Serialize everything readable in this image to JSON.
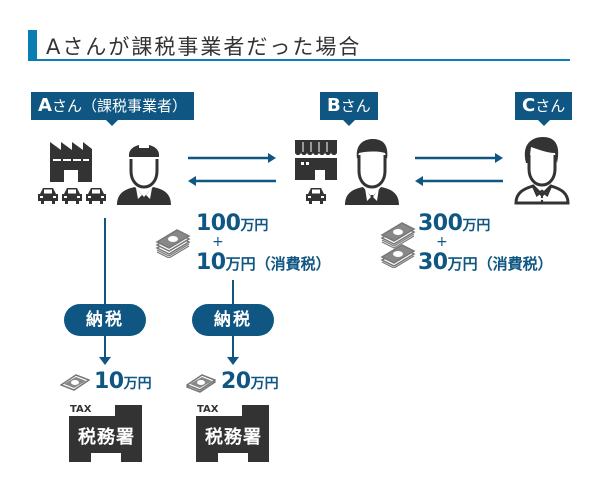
{
  "title": "Aさんが課税事業者だった場合",
  "colors": {
    "accent": "#0a7db3",
    "navy": "#0f5683",
    "icon": "#333333"
  },
  "parties": {
    "a": {
      "label_letter": "A",
      "label_rest": "さん（課税事業者）",
      "icons": [
        "factory-icon",
        "car-icon",
        "worker-icon"
      ]
    },
    "b": {
      "label_letter": "B",
      "label_rest": "さん",
      "icons": [
        "shop-icon",
        "car-icon",
        "businessman-icon"
      ]
    },
    "c": {
      "label_letter": "C",
      "label_rest": "さん",
      "icons": [
        "customer-icon"
      ]
    }
  },
  "payments": {
    "b_to_a": {
      "price_num": "100",
      "price_unit": "万円",
      "plus": "+",
      "tax_num": "10",
      "tax_unit": "万円（消費税）"
    },
    "c_to_b": {
      "price_num": "300",
      "price_unit": "万円",
      "plus": "+",
      "tax_num": "30",
      "tax_unit": "万円（消費税）"
    }
  },
  "tax_payments": [
    {
      "pill": "納税",
      "amount_num": "10",
      "amount_unit": "万円",
      "office_tag": "TAX",
      "office": "税務署"
    },
    {
      "pill": "納税",
      "amount_num": "20",
      "amount_unit": "万円",
      "office_tag": "TAX",
      "office": "税務署"
    }
  ]
}
